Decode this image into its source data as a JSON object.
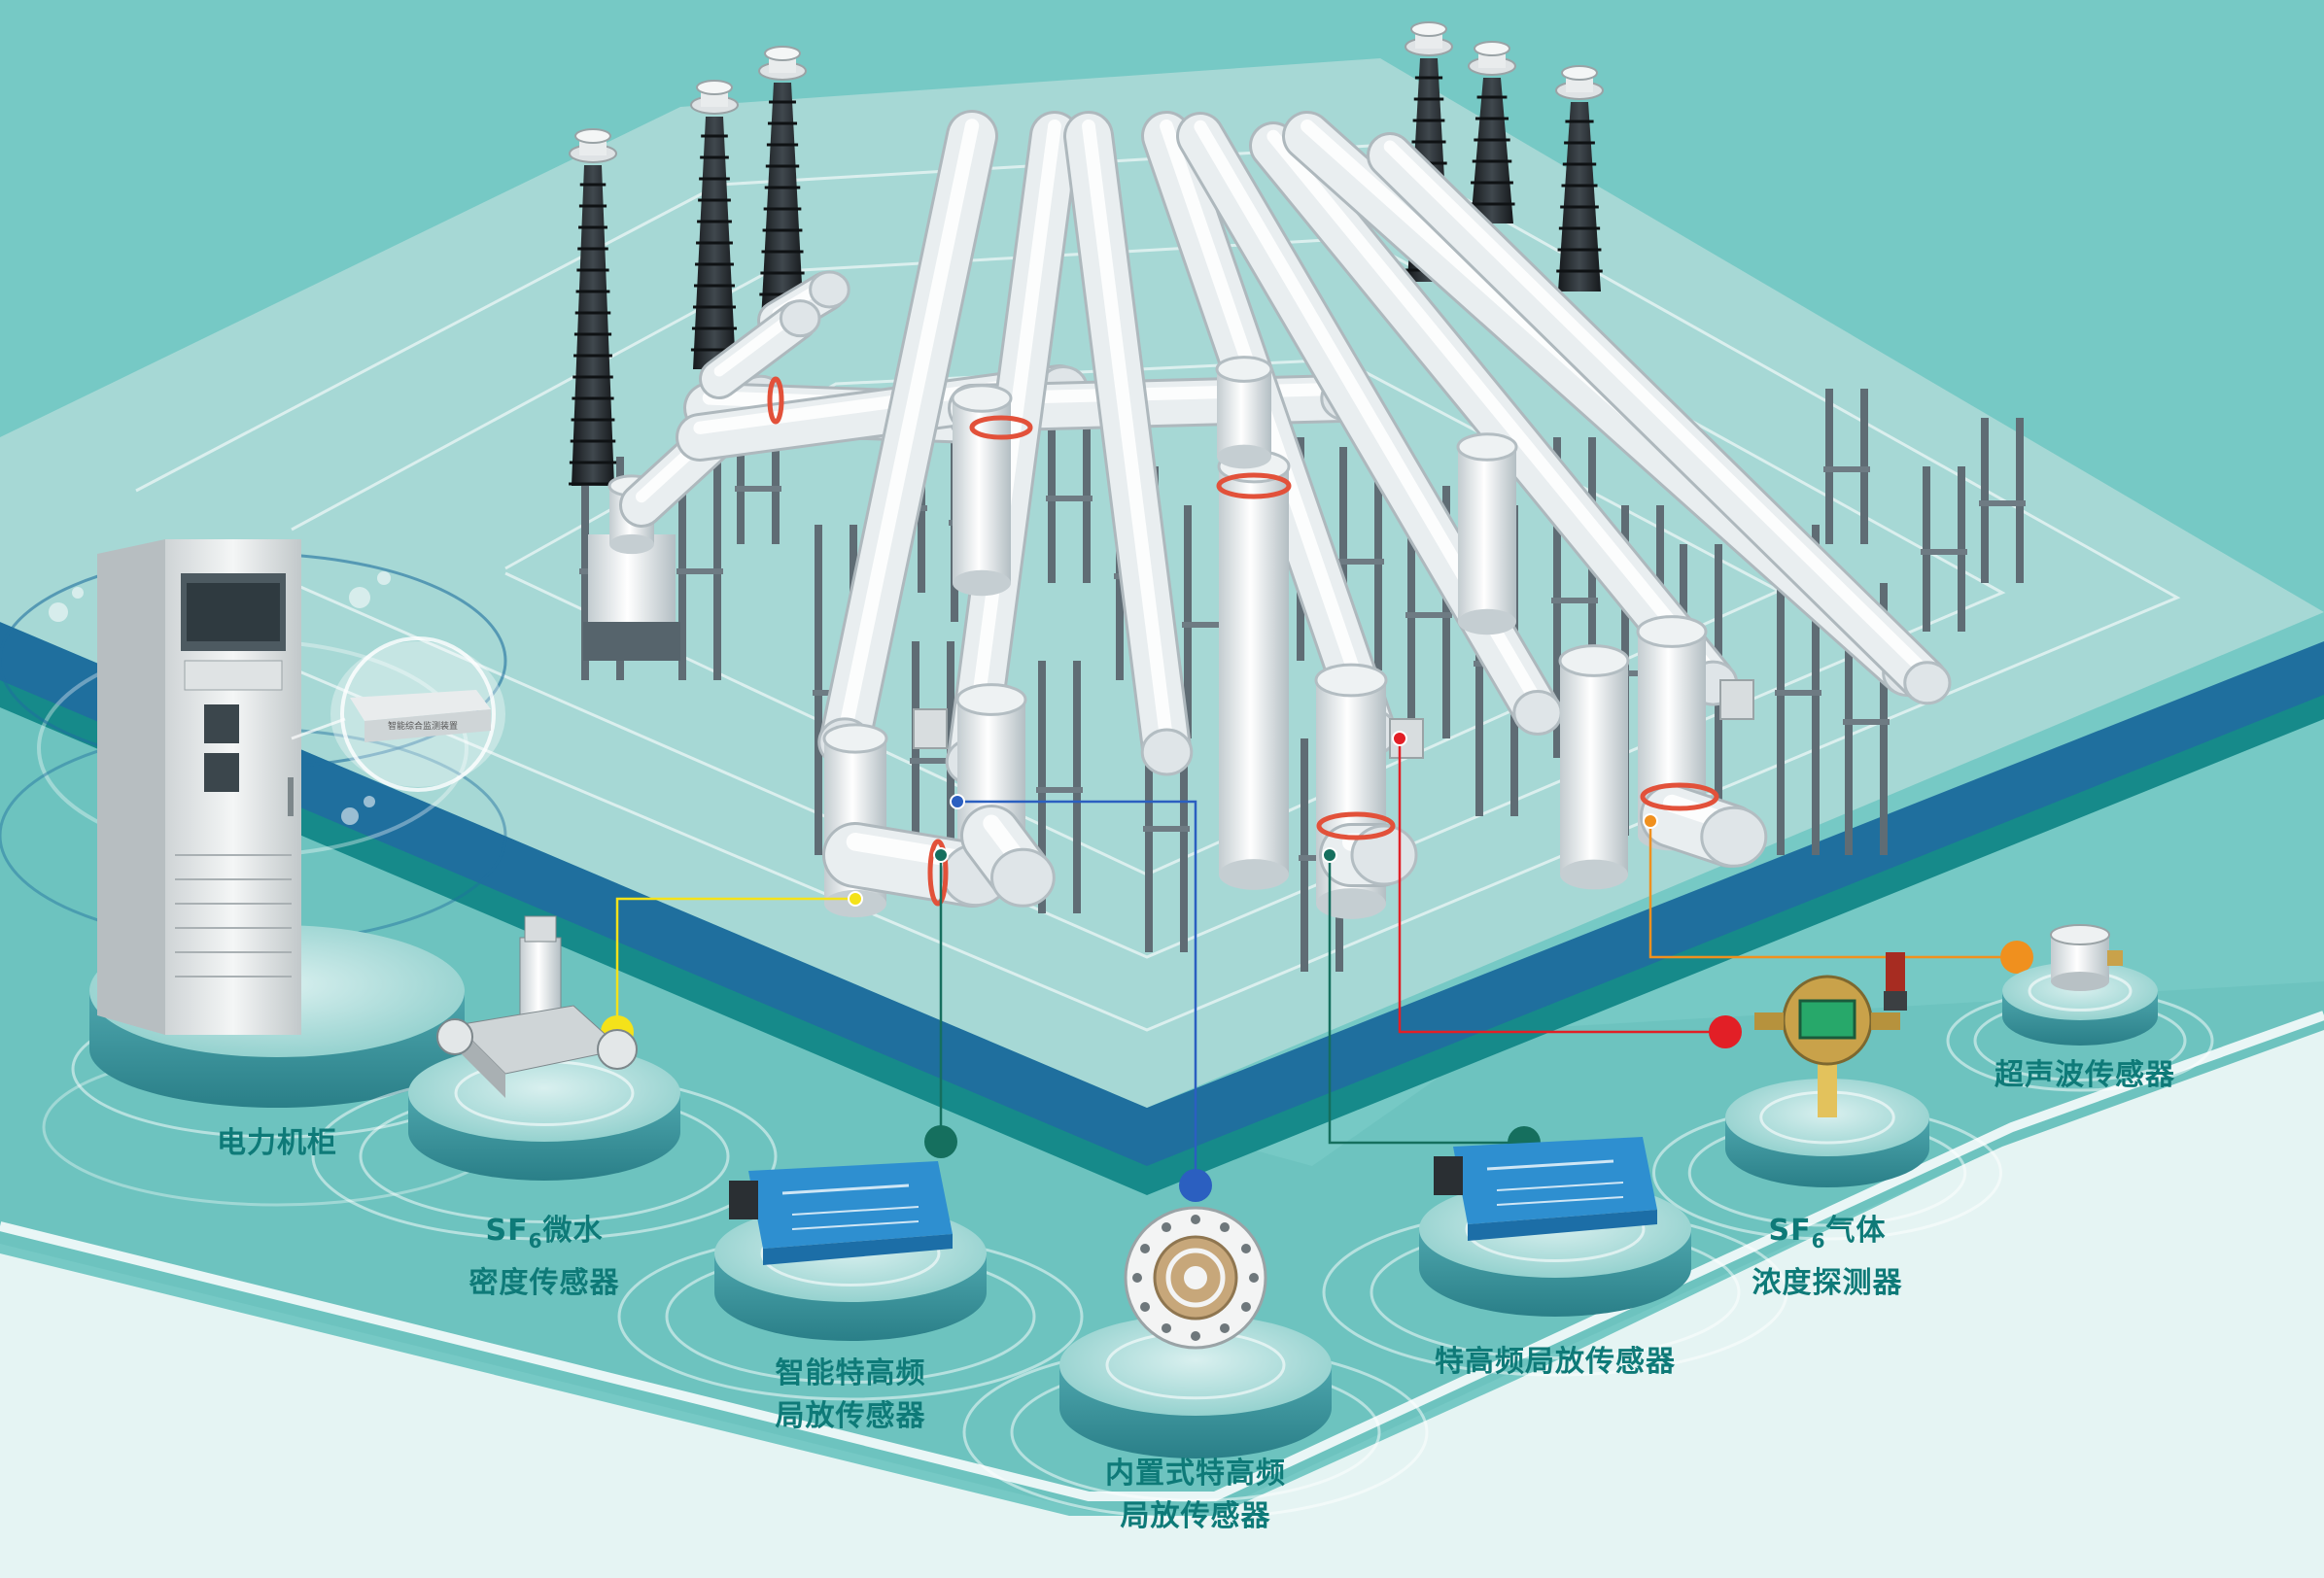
{
  "colors": {
    "background": "#76c9c5",
    "platform_top": "#a6d8d5",
    "platform_edge_dark": "#1f6f9e",
    "platform_edge_teal": "#168a8a",
    "ground_lower": "#e8f3f2",
    "label_text": "#0e7a78",
    "pipe": "#eef2f3",
    "pipe_shade": "#c5cdd1",
    "bushing": "#2a3035",
    "line_yellow": "#f4e21a",
    "line_green": "#156f5e",
    "line_blue": "#2b5fc0",
    "line_red": "#e21f26",
    "line_orange": "#f0901e"
  },
  "cabinet": {
    "label": "电力机柜",
    "device_caption": "智能综合监测装置",
    "icon": "power-cabinet-icon"
  },
  "sensors": [
    {
      "id": "sf6-micro-water",
      "icon": "sf6-density-sensor-icon",
      "line_color": "#f4e21a",
      "lines": [
        {
          "pre": "SF",
          "sub": "6",
          "post": "微水"
        },
        {
          "pre": "密度传感器",
          "sub": "",
          "post": ""
        }
      ]
    },
    {
      "id": "smart-uhf",
      "icon": "uhf-box-sensor-icon",
      "line_color": "#156f5e",
      "lines": [
        {
          "pre": "智能特高频",
          "sub": "",
          "post": ""
        },
        {
          "pre": "局放传感器",
          "sub": "",
          "post": ""
        }
      ]
    },
    {
      "id": "builtin-uhf",
      "icon": "builtin-uhf-disc-icon",
      "line_color": "#2b5fc0",
      "lines": [
        {
          "pre": "内置式特高频",
          "sub": "",
          "post": ""
        },
        {
          "pre": "局放传感器",
          "sub": "",
          "post": ""
        }
      ]
    },
    {
      "id": "uhf-pd",
      "icon": "uhf-box-sensor-icon",
      "line_color": "#156f5e",
      "lines": [
        {
          "pre": "特高频局放传感器",
          "sub": "",
          "post": ""
        }
      ]
    },
    {
      "id": "sf6-gas",
      "icon": "gas-detector-icon",
      "line_color": "#e21f26",
      "lines": [
        {
          "pre": "SF",
          "sub": "6",
          "post": "气体"
        },
        {
          "pre": "浓度探测器",
          "sub": "",
          "post": ""
        }
      ]
    },
    {
      "id": "ultrasonic",
      "icon": "ultrasonic-sensor-icon",
      "line_color": "#f0901e",
      "lines": [
        {
          "pre": "超声波传感器",
          "sub": "",
          "post": ""
        }
      ]
    }
  ]
}
